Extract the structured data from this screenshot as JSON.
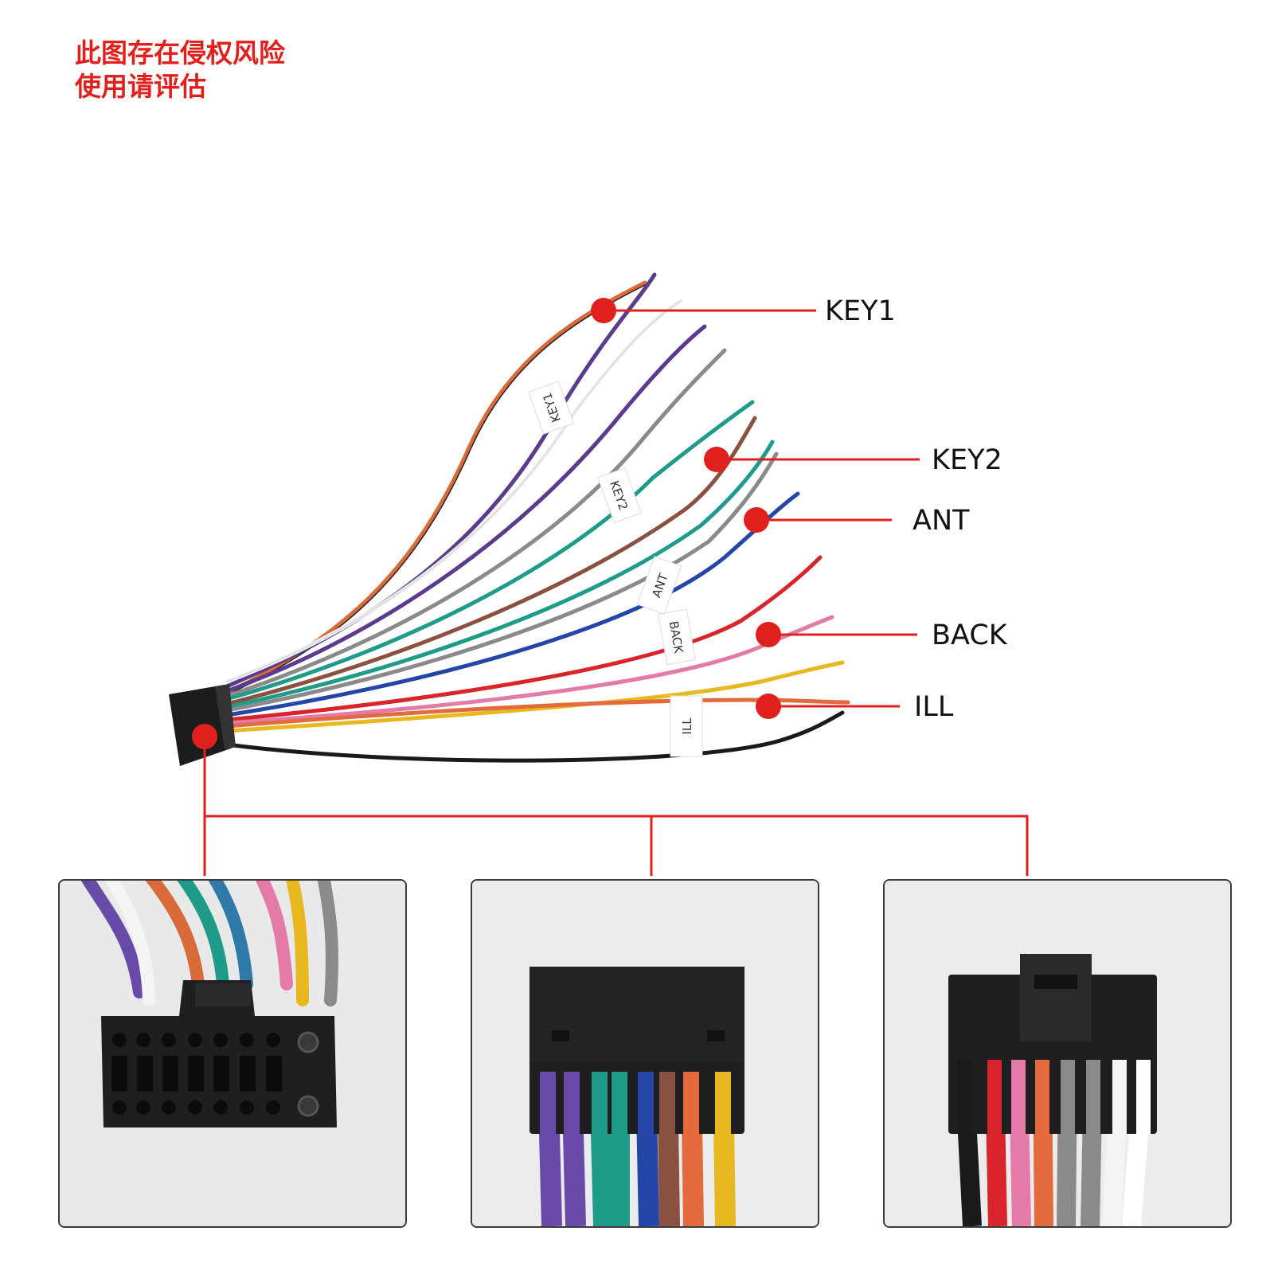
{
  "warning": {
    "line1": "此图存在侵权风险",
    "line2": "使用请评估"
  },
  "callouts": {
    "key1": "KEY1",
    "key2": "KEY2",
    "ant": "ANT",
    "back": "BACK",
    "ill": "ILL"
  },
  "sleeves": {
    "key1": "KEY1",
    "key2": "KEY2",
    "ant": "ANT",
    "back": "BACK",
    "ill": "ILL"
  },
  "colors": {
    "accent_red": "#e0201c",
    "connector_black": "#1c1c1e",
    "panel_bg": "#e9e9ea"
  },
  "panels": [
    {
      "name": "connector-front-view"
    },
    {
      "name": "connector-side-view-a"
    },
    {
      "name": "connector-side-view-b"
    }
  ]
}
